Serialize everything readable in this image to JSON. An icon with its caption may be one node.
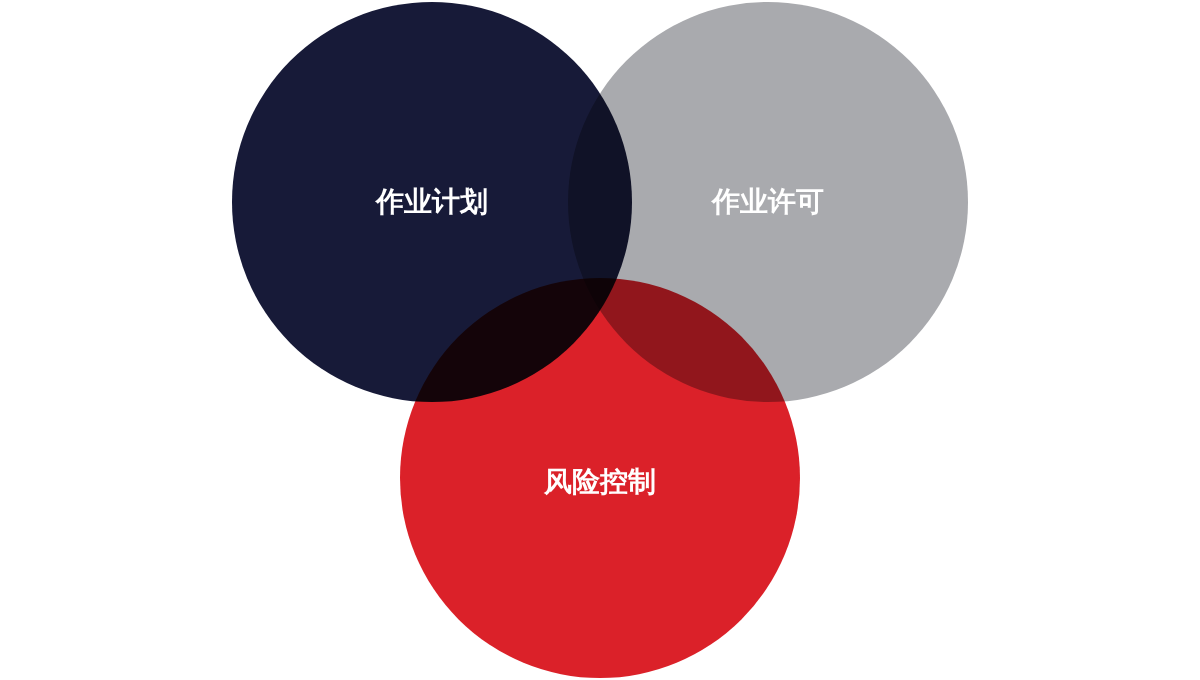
{
  "diagram": {
    "nodes": [
      {
        "text": [
          "作业计划"
        ]
      },
      {
        "text": [
          "作业许可"
        ]
      },
      {
        "text": [
          "风险控制"
        ]
      }
    ]
  }
}
